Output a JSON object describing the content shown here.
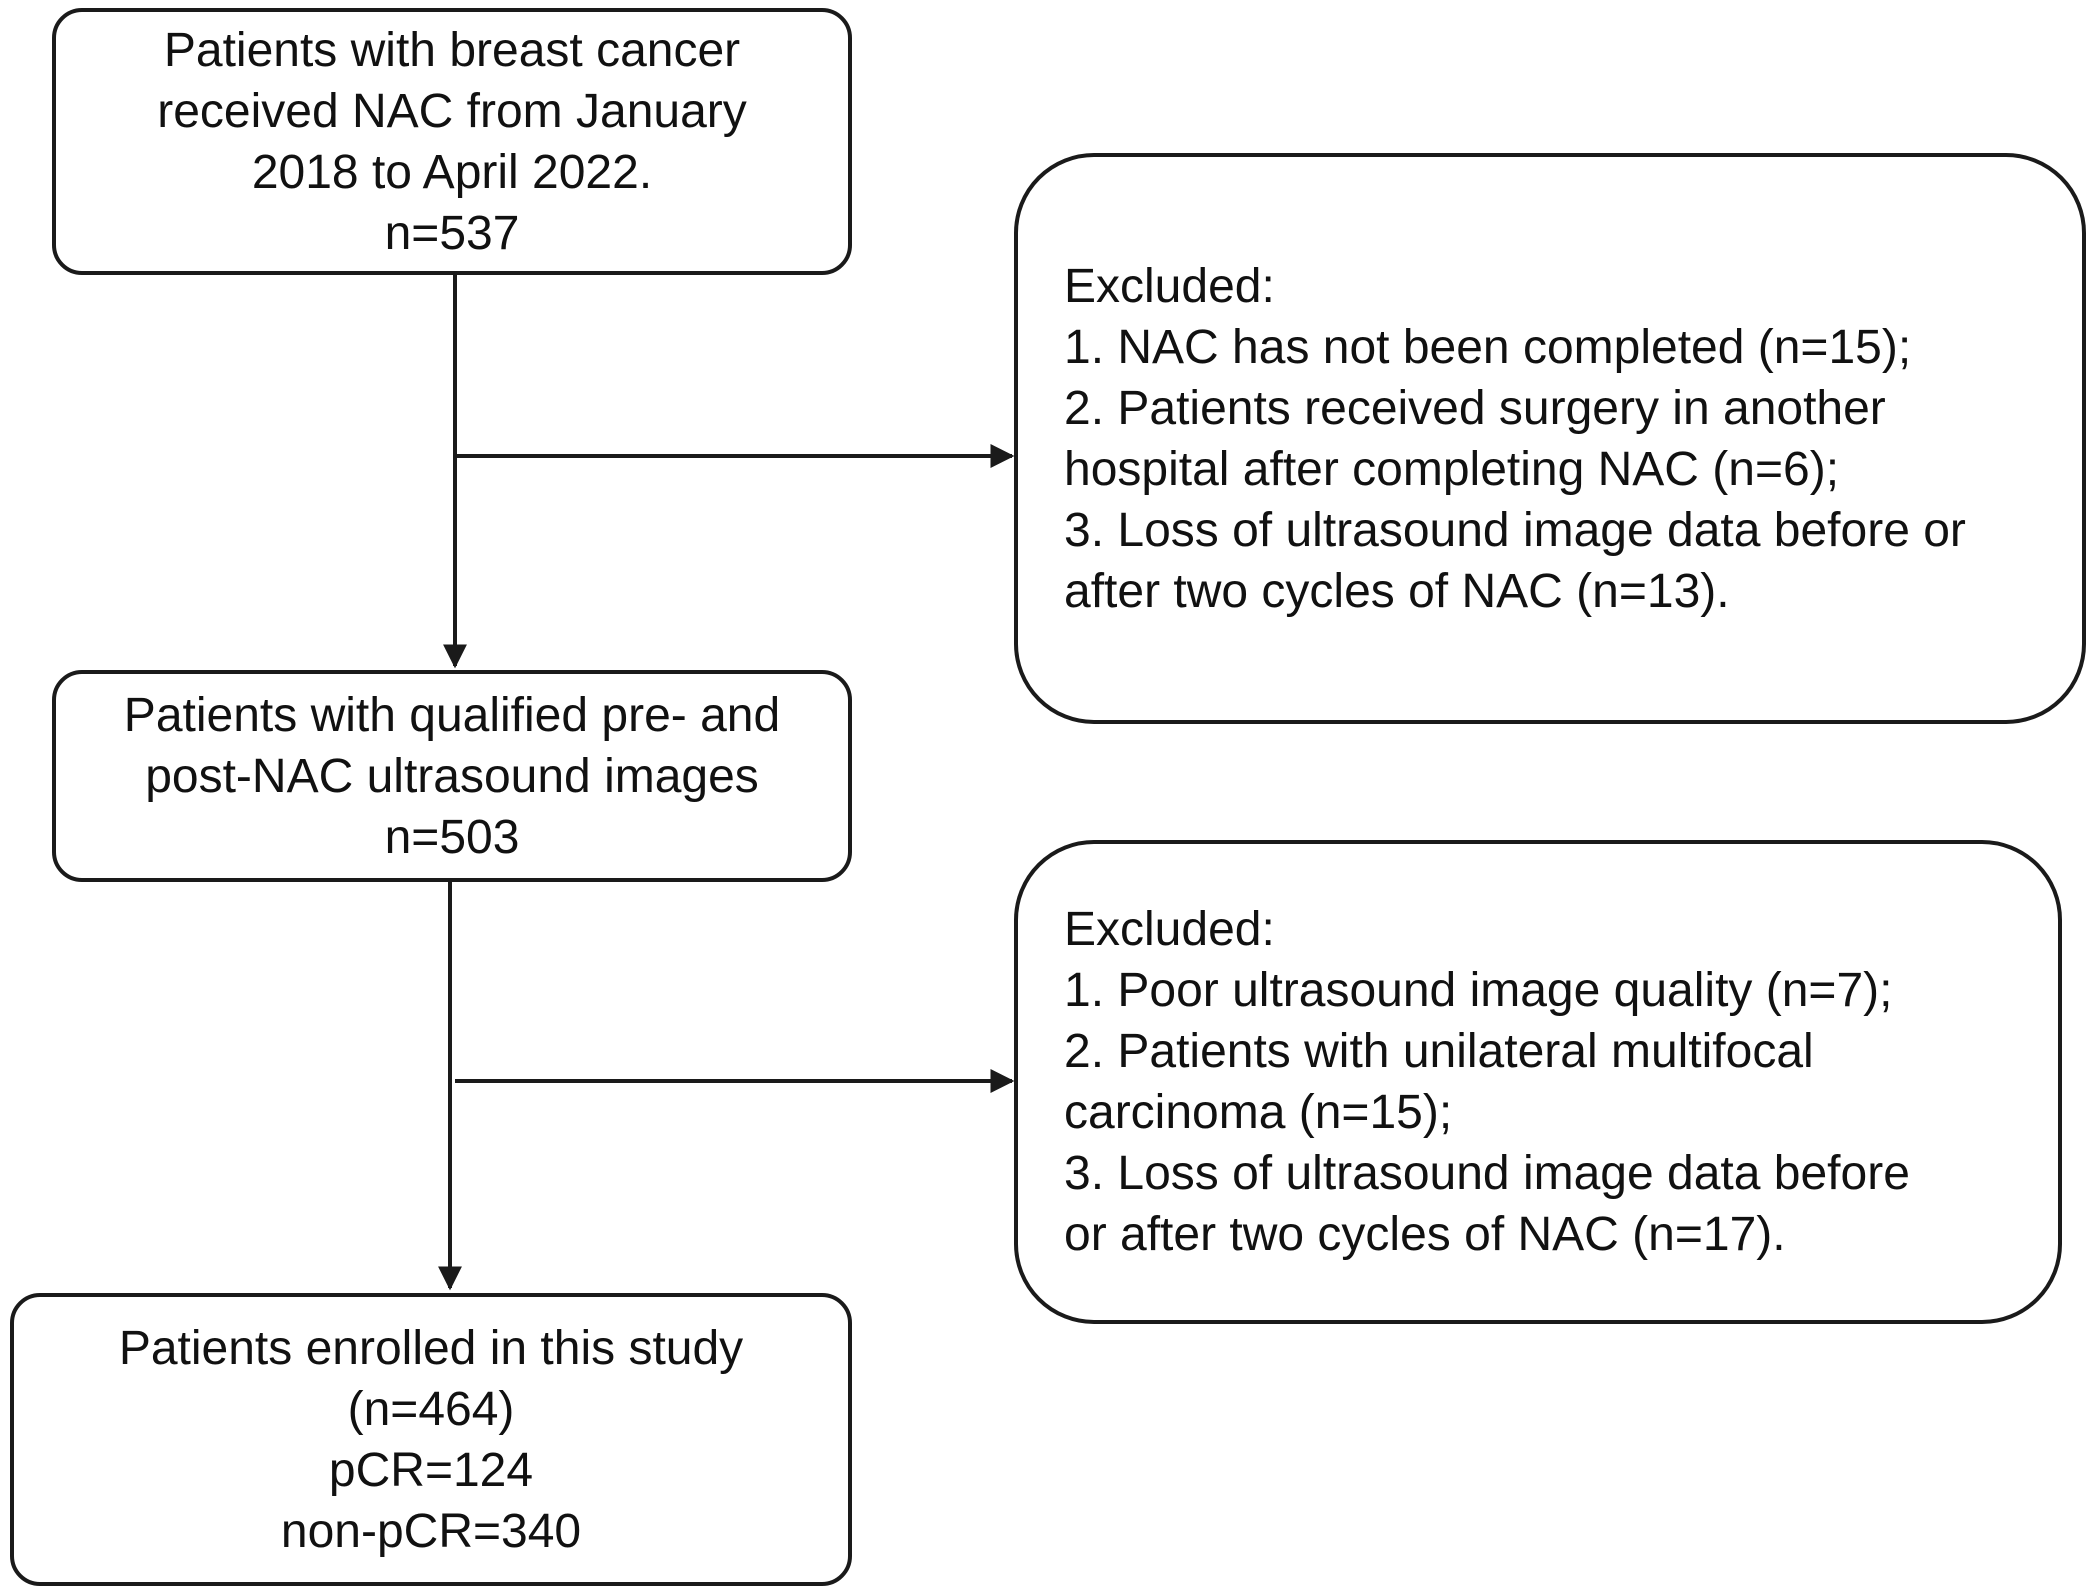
{
  "flowchart": {
    "box1": {
      "lines": [
        "Patients with breast cancer",
        "received NAC from January",
        "2018 to April 2022.",
        "n=537"
      ]
    },
    "excluded1": {
      "lines": [
        "Excluded:",
        "1. NAC has not been completed (n=15);",
        "2. Patients received surgery in another",
        "hospital after completing NAC (n=6);",
        "3. Loss of ultrasound image data before or",
        "after two cycles of NAC (n=13)."
      ]
    },
    "box2": {
      "lines": [
        "Patients with qualified pre- and",
        "post-NAC ultrasound images",
        "n=503"
      ]
    },
    "excluded2": {
      "lines": [
        "Excluded:",
        "1. Poor ultrasound image quality (n=7);",
        "2. Patients with unilateral multifocal",
        "carcinoma (n=15);",
        "3. Loss of ultrasound image data before",
        "or after two cycles of NAC (n=17)."
      ]
    },
    "box3": {
      "lines": [
        "Patients enrolled in this study",
        "(n=464)",
        "pCR=124",
        "non-pCR=340"
      ]
    }
  }
}
